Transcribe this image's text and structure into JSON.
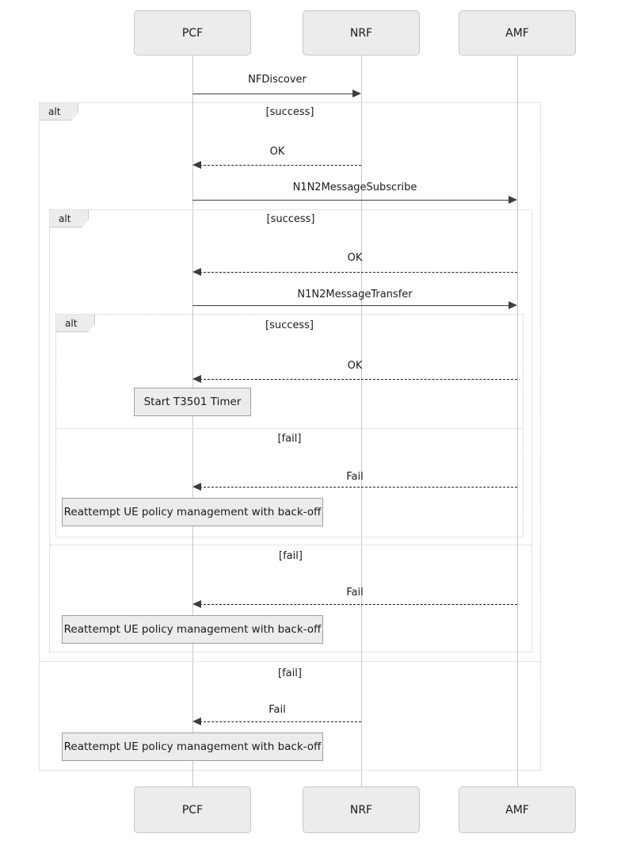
{
  "diagram": {
    "type": "uml-sequence-diagram",
    "title": "",
    "colors": {
      "box_fill": "#ECECEC",
      "box_border": "#C8C8C8",
      "lifeline": "#C8C8C8",
      "arrow": "#3D3D3D",
      "frame_border": "#C8C8C8",
      "note_border": "#A0A0A0",
      "text": "#1a1a1a",
      "background": "#FFFFFF"
    }
  },
  "participants": [
    {
      "id": "pcf",
      "label": "PCF"
    },
    {
      "id": "nrf",
      "label": "NRF"
    },
    {
      "id": "amf",
      "label": "AMF"
    }
  ],
  "participants_footer": [
    {
      "id": "pcf",
      "label": "PCF"
    },
    {
      "id": "nrf",
      "label": "NRF"
    },
    {
      "id": "amf",
      "label": "AMF"
    }
  ],
  "fragments": [
    {
      "id": "alt-outer",
      "operator": "alt"
    },
    {
      "id": "alt-middle",
      "operator": "alt"
    },
    {
      "id": "alt-inner",
      "operator": "alt"
    }
  ],
  "guards": {
    "success_1": "[success]",
    "success_2": "[success]",
    "success_3": "[success]",
    "fail_1": "[fail]",
    "fail_2": "[fail]",
    "fail_3": "[fail]"
  },
  "messages": [
    {
      "id": "m1",
      "label": "NFDiscover",
      "from": "pcf",
      "to": "nrf",
      "kind": "sync"
    },
    {
      "id": "m2",
      "label": "OK",
      "from": "nrf",
      "to": "pcf",
      "kind": "return"
    },
    {
      "id": "m3",
      "label": "N1N2MessageSubscribe",
      "from": "pcf",
      "to": "amf",
      "kind": "sync"
    },
    {
      "id": "m4",
      "label": "OK",
      "from": "amf",
      "to": "pcf",
      "kind": "return"
    },
    {
      "id": "m5",
      "label": "N1N2MessageTransfer",
      "from": "pcf",
      "to": "amf",
      "kind": "sync"
    },
    {
      "id": "m6",
      "label": "OK",
      "from": "amf",
      "to": "pcf",
      "kind": "return"
    },
    {
      "id": "m7",
      "label": "Fail",
      "from": "amf",
      "to": "pcf",
      "kind": "return"
    },
    {
      "id": "m8",
      "label": "Fail",
      "from": "amf",
      "to": "pcf",
      "kind": "return"
    },
    {
      "id": "m9",
      "label": "Fail",
      "from": "nrf",
      "to": "pcf",
      "kind": "return"
    }
  ],
  "notes": [
    {
      "id": "n1",
      "label": "Start T3501 Timer"
    },
    {
      "id": "n2",
      "label": "Reattempt UE policy management with back-off"
    },
    {
      "id": "n3",
      "label": "Reattempt UE policy management with back-off"
    },
    {
      "id": "n4",
      "label": "Reattempt UE policy management with back-off"
    }
  ]
}
